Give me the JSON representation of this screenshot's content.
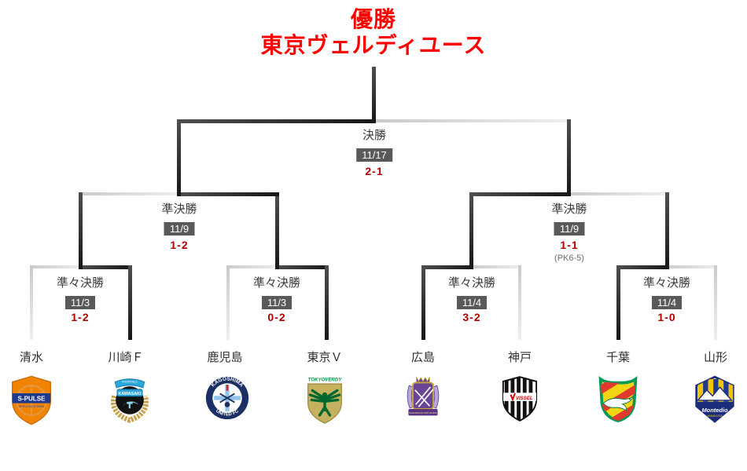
{
  "title": {
    "line1": "優勝",
    "line2": "東京ヴェルディユース"
  },
  "champion": "東京ヴェルディユース",
  "matches": {
    "final": {
      "round_label": "決勝",
      "date": "11/17",
      "score": "2-1",
      "winner": "left"
    },
    "semifinals": [
      {
        "round_label": "準決勝",
        "date": "11/9",
        "score": "1-2",
        "note": "",
        "winner": "right"
      },
      {
        "round_label": "準決勝",
        "date": "11/9",
        "score": "1-1",
        "note": "(PK6-5)",
        "winner": "left"
      }
    ],
    "quarterfinals": [
      {
        "round_label": "準々決勝",
        "date": "11/3",
        "score": "1-2",
        "winner": "right"
      },
      {
        "round_label": "準々決勝",
        "date": "11/3",
        "score": "0-2",
        "winner": "right"
      },
      {
        "round_label": "準々決勝",
        "date": "11/4",
        "score": "3-2",
        "winner": "left"
      },
      {
        "round_label": "準々決勝",
        "date": "11/4",
        "score": "1-0",
        "winner": "left"
      }
    ]
  },
  "teams": [
    {
      "name": "清水",
      "logo_icon": "s-pulse-crest",
      "logo_texts": [
        "S-PULSE",
        "SHIZUOKA SHIMIZU"
      ]
    },
    {
      "name": "川崎Ｆ",
      "logo_icon": "frontale-crest",
      "logo_texts": [
        "FRONTALE",
        "KAWASAKI"
      ]
    },
    {
      "name": "鹿児島",
      "logo_icon": "kagoshima-crest",
      "logo_texts": [
        "KAGOSHIMA",
        "UNITED FC"
      ]
    },
    {
      "name": "東京Ｖ",
      "logo_icon": "verdy-crest",
      "logo_texts": [
        "TOKYOVERDY"
      ]
    },
    {
      "name": "広島",
      "logo_icon": "sanfrecce-crest",
      "logo_texts": [
        "SANFRECCE HIROSHIMA"
      ]
    },
    {
      "name": "神戸",
      "logo_icon": "vissel-crest",
      "logo_texts": [
        "VISSEL"
      ]
    },
    {
      "name": "千葉",
      "logo_icon": "jef-united-crest",
      "logo_texts": []
    },
    {
      "name": "山形",
      "logo_icon": "montedio-crest",
      "logo_texts": [
        "Montedio",
        "YAMAGATA"
      ]
    }
  ],
  "colors": {
    "title_red": "#ff0000",
    "score_red": "#b00000",
    "badge_bg": "#595959",
    "badge_text": "#ffffff",
    "winner_line": "#2b2b2b",
    "loser_line": "#d9d9d9"
  }
}
